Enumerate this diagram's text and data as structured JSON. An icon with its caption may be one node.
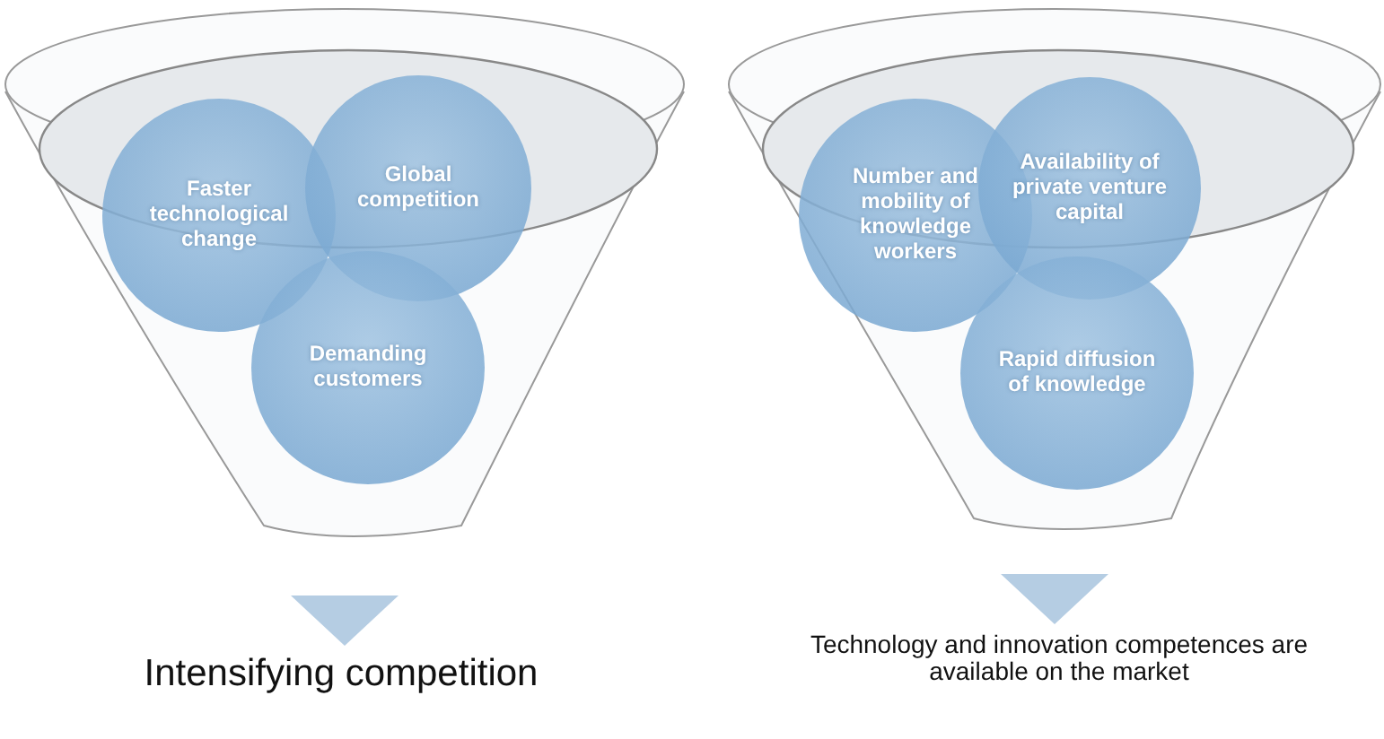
{
  "diagram": {
    "nodes": [
      {
        "text": [],
        "shape": "funnel"
      },
      {
        "text": [
          "Faster technological change"
        ],
        "in": 0
      },
      {
        "text": [
          "Global competition"
        ],
        "in": 0
      },
      {
        "text": [
          "Demanding customers"
        ],
        "in": 0
      },
      {
        "text": [
          "Intensifying competition"
        ]
      },
      {
        "text": [],
        "shape": "funnel"
      },
      {
        "text": [
          "Number and mobility of knowledge workers"
        ],
        "in": 5
      },
      {
        "text": [
          "Availability of private venture capital"
        ],
        "in": 5
      },
      {
        "text": [
          "Rapid diffusion of knowledge"
        ],
        "in": 5
      },
      {
        "text": [
          "Technology and innovation competences are available on the market"
        ]
      }
    ],
    "edges": [
      {
        "from": 0,
        "to": 4,
        "arrow": "to"
      },
      {
        "from": 5,
        "to": 9,
        "arrow": "to"
      }
    ]
  }
}
